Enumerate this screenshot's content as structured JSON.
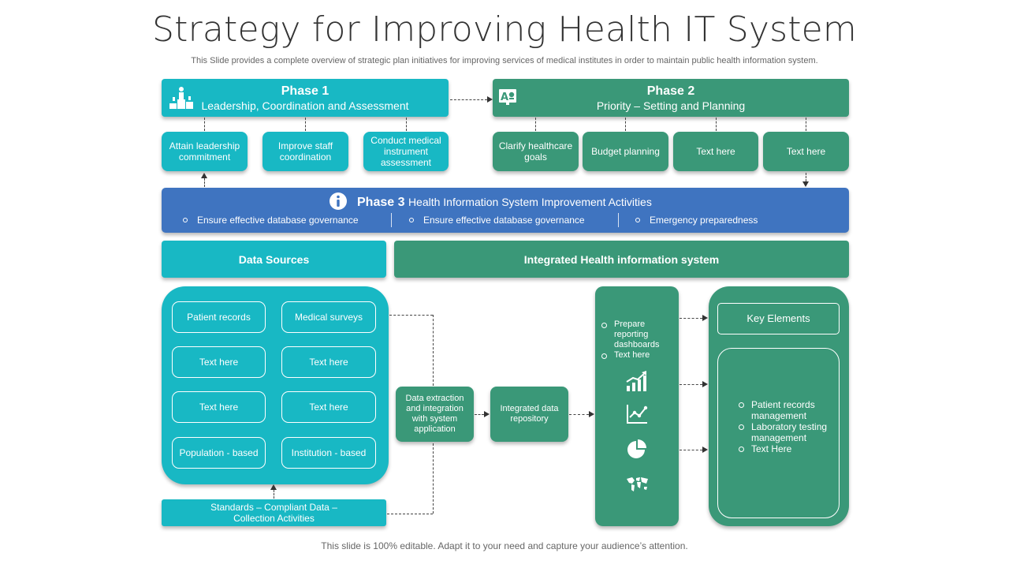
{
  "title": "Strategy for Improving Health IT System",
  "subtitle": "This Slide provides a complete overview of strategic plan initiatives for improving services of medical institutes in order to maintain public health information system.",
  "footer": "This slide is 100% editable. Adapt it to your need and capture your audience’s attention.",
  "phase1": {
    "title": "Phase 1",
    "subtitle": "Leadership, Coordination and Assessment",
    "icon": "podium-icon",
    "items": [
      "Attain leadership commitment",
      "Improve staff coordination",
      "Conduct medical instrument assessment"
    ]
  },
  "phase2": {
    "title": "Phase 2",
    "subtitle": "Priority – Setting and Planning",
    "icon": "presentation-board-icon",
    "items": [
      "Clarify healthcare goals",
      "Budget planning",
      "Text here",
      "Text here"
    ]
  },
  "phase3": {
    "title": "Phase  3",
    "subtitle": "Health Information System Improvement Activities",
    "icon": "info-icon",
    "bullets": [
      "Ensure effective database governance",
      "Ensure effective database governance",
      "Emergency preparedness"
    ]
  },
  "data_sources": {
    "header": "Data Sources",
    "items": [
      "Patient records",
      "Medical surveys",
      "Text here",
      "Text here",
      "Text here",
      "Text here",
      "Population - based",
      "Institution - based"
    ]
  },
  "integrated": {
    "header": "Integrated Health information system",
    "extraction": "Data extraction and integration with system application",
    "repository": "Integrated data repository",
    "reporting_bullets": [
      "Prepare reporting dashboards",
      "Text here"
    ],
    "reporting_icons": [
      "bar-chart-growth-icon",
      "line-chart-icon",
      "pie-chart-icon",
      "world-map-icon"
    ],
    "key_elements_title": "Key Elements",
    "key_elements": [
      "Patient records management",
      "Laboratory testing management",
      "Text Here"
    ]
  },
  "standards": "Standards – Compliant Data – Collection Activities",
  "colors": {
    "teal": "#18b8c4",
    "green": "#3a9878",
    "blue": "#3f74c0",
    "title_text": "#333333"
  }
}
